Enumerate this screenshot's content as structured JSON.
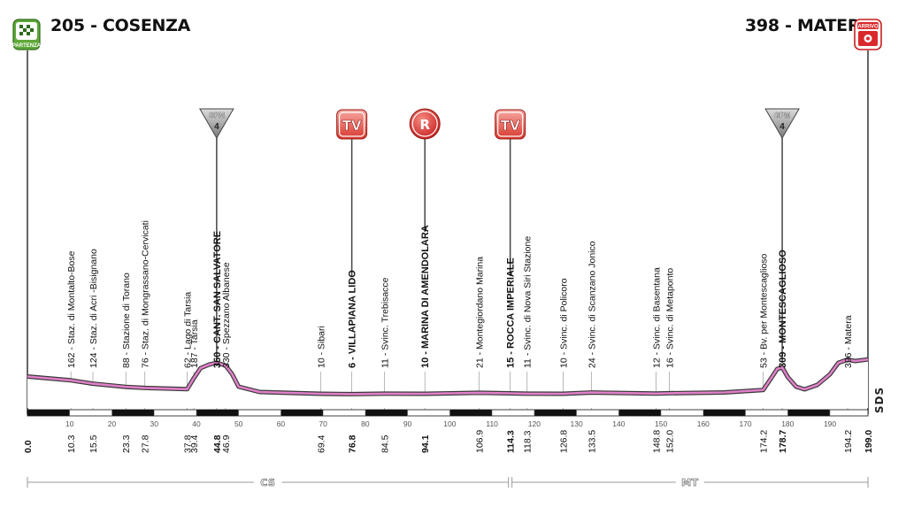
{
  "start": {
    "altitude_label": "205 - COSENZA",
    "badge_text": "PARTENZA",
    "badge_color": "#5fa83a"
  },
  "finish": {
    "altitude_label": "398 - MATERA",
    "badge_text": "ARRIVO",
    "badge_color": "#d9292b"
  },
  "markers": [
    {
      "type": "gpm",
      "text": "GPM",
      "number": "4",
      "km": 44.8
    },
    {
      "type": "tv",
      "text": "TV",
      "km": 76.8
    },
    {
      "type": "r",
      "text": "R",
      "km": 94.1
    },
    {
      "type": "tv",
      "text": "TV",
      "km": 114.3
    },
    {
      "type": "gpm",
      "text": "GPM",
      "number": "4",
      "km": 178.7
    }
  ],
  "waypoints": [
    {
      "km": "10.3",
      "label": "162 - Staz. di Montalto-Bose",
      "bold": false
    },
    {
      "km": "15.5",
      "label": "124 - Staz. di Acri -Bisignano",
      "bold": false
    },
    {
      "km": "23.3",
      "label": "88 - Stazione di Torano",
      "bold": false
    },
    {
      "km": "27.8",
      "label": "76 - Staz. di Mongrassano-Cervicati",
      "bold": false
    },
    {
      "km": "37.8",
      "label": "62 - Lago di Tarsia",
      "bold": false
    },
    {
      "km": "39.4",
      "label": "187 - Tarsia",
      "bold": false
    },
    {
      "km": "44.8",
      "label": "360 - CANT. SAN SALVATORE",
      "bold": true
    },
    {
      "km": "46.9",
      "label": "330 - Spezzano Albanese",
      "bold": false
    },
    {
      "km": "69.4",
      "label": "10 - Sibari",
      "bold": false
    },
    {
      "km": "76.8",
      "label": "6 - VILLAPIANA LIDO",
      "bold": true
    },
    {
      "km": "84.5",
      "label": "11 - Svinc. Trebisacce",
      "bold": false
    },
    {
      "km": "94.1",
      "label": "10 - MARINA DI AMENDOLARA",
      "bold": true
    },
    {
      "km": "106.9",
      "label": "21 - Montegiordano Marina",
      "bold": false
    },
    {
      "km": "114.3",
      "label": "15 - ROCCA IMPERIALE",
      "bold": true
    },
    {
      "km": "118.3",
      "label": "11 - Svinc. di Nova Siri Stazione",
      "bold": false
    },
    {
      "km": "126.8",
      "label": "10 - Svinc. di Policoro",
      "bold": false
    },
    {
      "km": "133.5",
      "label": "24 - Svinc. di Scanzano Jonico",
      "bold": false
    },
    {
      "km": "148.8",
      "label": "12 - Svinc. di Basentana",
      "bold": false
    },
    {
      "km": "152.0",
      "label": "16 - Svinc. di Metaponto",
      "bold": false
    },
    {
      "km": "174.2",
      "label": "53 - Bv. per Montescaglioso",
      "bold": false
    },
    {
      "km": "178.7",
      "label": "309 - MONTESCAGLIOSO",
      "bold": true
    },
    {
      "km": "194.2",
      "label": "396 - Matera",
      "bold": false
    }
  ],
  "endpoint_km": [
    "0.0",
    "199.0"
  ],
  "axis_ticks": [
    "10",
    "20",
    "30",
    "40",
    "50",
    "60",
    "70",
    "80",
    "90",
    "100",
    "110",
    "120",
    "130",
    "140",
    "150",
    "160",
    "170",
    "180",
    "190"
  ],
  "provinces": [
    {
      "label": "CS",
      "from_km": 0,
      "to_km": 114.3
    },
    {
      "label": "MT",
      "from_km": 114.3,
      "to_km": 199
    }
  ],
  "logo_text": "SDS",
  "colors": {
    "profile_line": "#e080c8",
    "profile_dark": "#3a3a3a",
    "fill": "#ffffff",
    "bar": "#111111"
  },
  "chart_data": {
    "type": "area",
    "xlabel": "",
    "ylabel": "",
    "xlim": [
      0,
      199
    ],
    "x": [
      0,
      10.3,
      15.5,
      23.3,
      27.8,
      37.8,
      39.4,
      41,
      43,
      44.8,
      46.9,
      48.5,
      50,
      55,
      69.4,
      76.8,
      84.5,
      94.1,
      106.9,
      114.3,
      118.3,
      126.8,
      133.5,
      148.8,
      152.0,
      165,
      174.2,
      176,
      177.5,
      178.7,
      180,
      182,
      184,
      187,
      190,
      192,
      194.2,
      196,
      199
    ],
    "y": [
      205,
      162,
      124,
      88,
      76,
      62,
      187,
      300,
      340,
      360,
      330,
      230,
      90,
      30,
      10,
      6,
      11,
      10,
      21,
      15,
      11,
      10,
      24,
      12,
      16,
      25,
      53,
      180,
      290,
      309,
      200,
      90,
      60,
      110,
      230,
      360,
      396,
      380,
      398
    ]
  }
}
